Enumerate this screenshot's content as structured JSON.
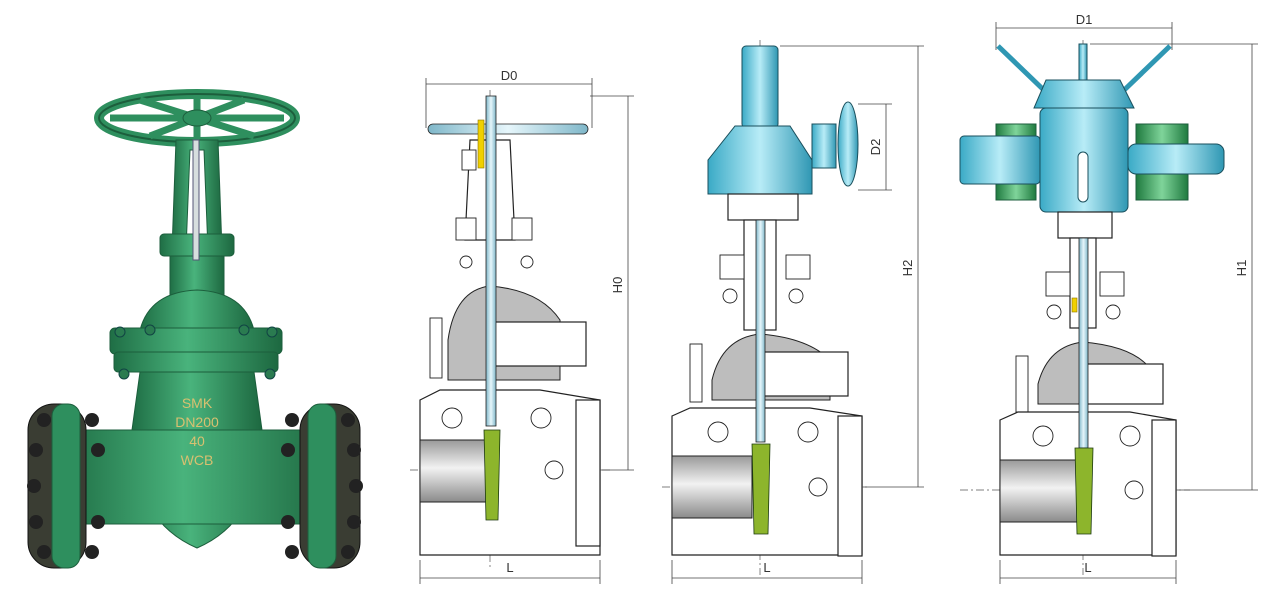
{
  "photo": {
    "casting_marks": [
      "SMK",
      "DN200",
      "40",
      "WCB"
    ],
    "body_color": "#2e8f5e"
  },
  "drawings": {
    "manual": {
      "dimension_labels": {
        "width": "D0",
        "height": "H0",
        "length": "L"
      }
    },
    "bevel_gear": {
      "dimension_labels": {
        "height": "H2",
        "handwheel": "D2",
        "length": "L"
      }
    },
    "electric": {
      "dimension_labels": {
        "width": "D1",
        "height": "H1",
        "length": "L"
      }
    }
  },
  "colors": {
    "actuator": "#3fb8d4",
    "valve_body": "#bdbdbd",
    "wedge": "#8db52c",
    "highlight": "#f0d000",
    "flange_green": "#2f9a57"
  }
}
